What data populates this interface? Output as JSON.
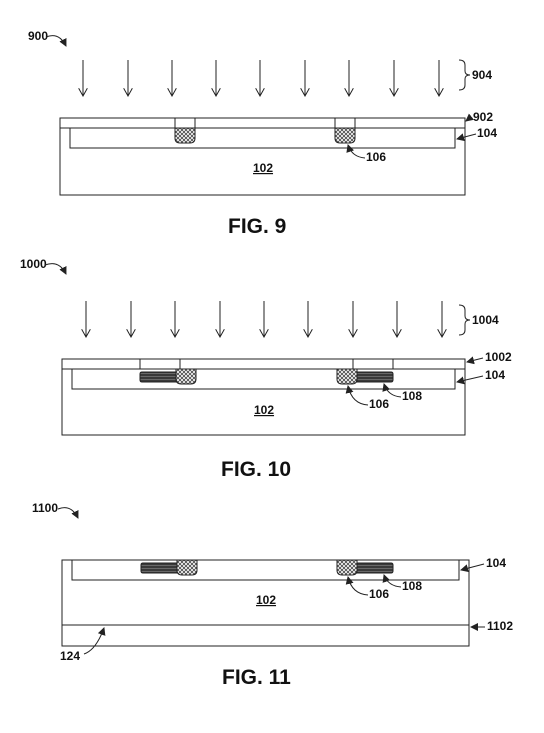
{
  "figures": [
    {
      "caption": "FIG. 9",
      "ref": "900",
      "labels": {
        "radiation": "904",
        "mask": "902",
        "layer": "104",
        "region": "106",
        "substrate": "102"
      }
    },
    {
      "caption": "FIG. 10",
      "ref": "1000",
      "labels": {
        "radiation": "1004",
        "mask": "1002",
        "layer": "104",
        "region": "106",
        "region2": "108",
        "substrate": "102"
      }
    },
    {
      "caption": "FIG. 11",
      "ref": "1100",
      "labels": {
        "layer": "104",
        "region": "106",
        "region2": "108",
        "substrate": "102",
        "bottom_layer": "1102",
        "surface": "124"
      }
    }
  ],
  "colors": {
    "line": "#222222",
    "hatch": "#444444",
    "dark_fill": "#3a3a3a"
  }
}
